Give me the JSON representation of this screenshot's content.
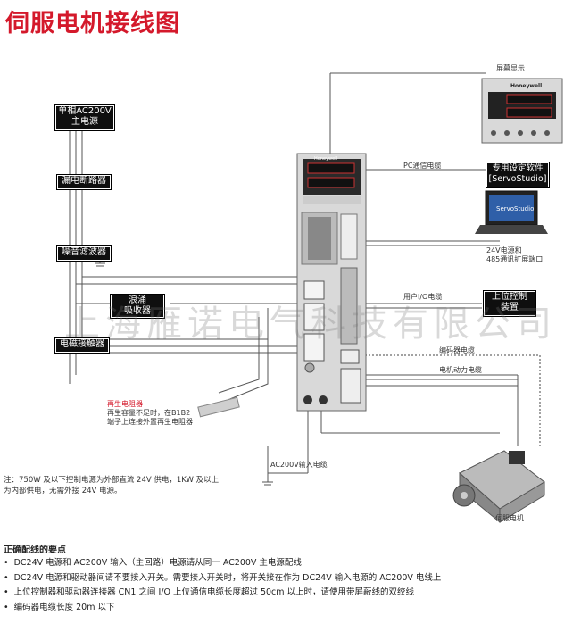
{
  "title": "伺服电机接线图",
  "left_components": {
    "single_phase_power": "单相AC200V\n主电源",
    "leakage_breaker": "漏电断路器",
    "noise_filter": "噪音滤波器",
    "surge_absorber": "浪涌\n吸收器",
    "contactor": "电磁接触器"
  },
  "labels": {
    "screen_display": "屏幕显示",
    "pc_cable": "PC通信电缆",
    "software": "专用设定软件\n[ServoStudio]",
    "laptop_screen": "ServoStudio",
    "power_24v": "24V电源和\n485通讯扩展端口",
    "user_io": "用户I/O电缆",
    "host_controller": "上位控制\n装置",
    "encoder_cable": "编码器电缆",
    "motor_power_cable": "电机动力电缆",
    "ac200v_input": "AC200V输入电缆",
    "servo_motor": "伺服电机",
    "regen_title": "再生电阻器",
    "regen_desc": "再生容量不足时，在B1B2\n端子上连接外置再生电阻器",
    "brand": "Honeywell"
  },
  "note": "注：750W 及以下控制电源为外部直流 24V 供电，1KW 及以上\n为内部供电，无需外接 24V 电源。",
  "watermark": "上海雁诺电气科技有限公司",
  "rules": {
    "title": "正确配线的要点",
    "items": [
      "DC24V 电源和 AC200V 输入（主回路）电源请从同一 AC200V 主电源配线",
      "DC24V 电源和驱动器间请不要接入开关。需要接入开关时，将开关接在作为 DC24V 输入电源的 AC200V 电线上",
      "上位控制器和驱动器连接器 CN1 之间 I/O 上位通信电缆长度超过 50cm 以上时，请使用带屏蔽线的双绞线",
      "编码器电缆长度 20m 以下"
    ]
  },
  "colors": {
    "title": "#d4192b",
    "box_bg": "#0f0f0f",
    "drive_body": "#d9d9d9"
  }
}
